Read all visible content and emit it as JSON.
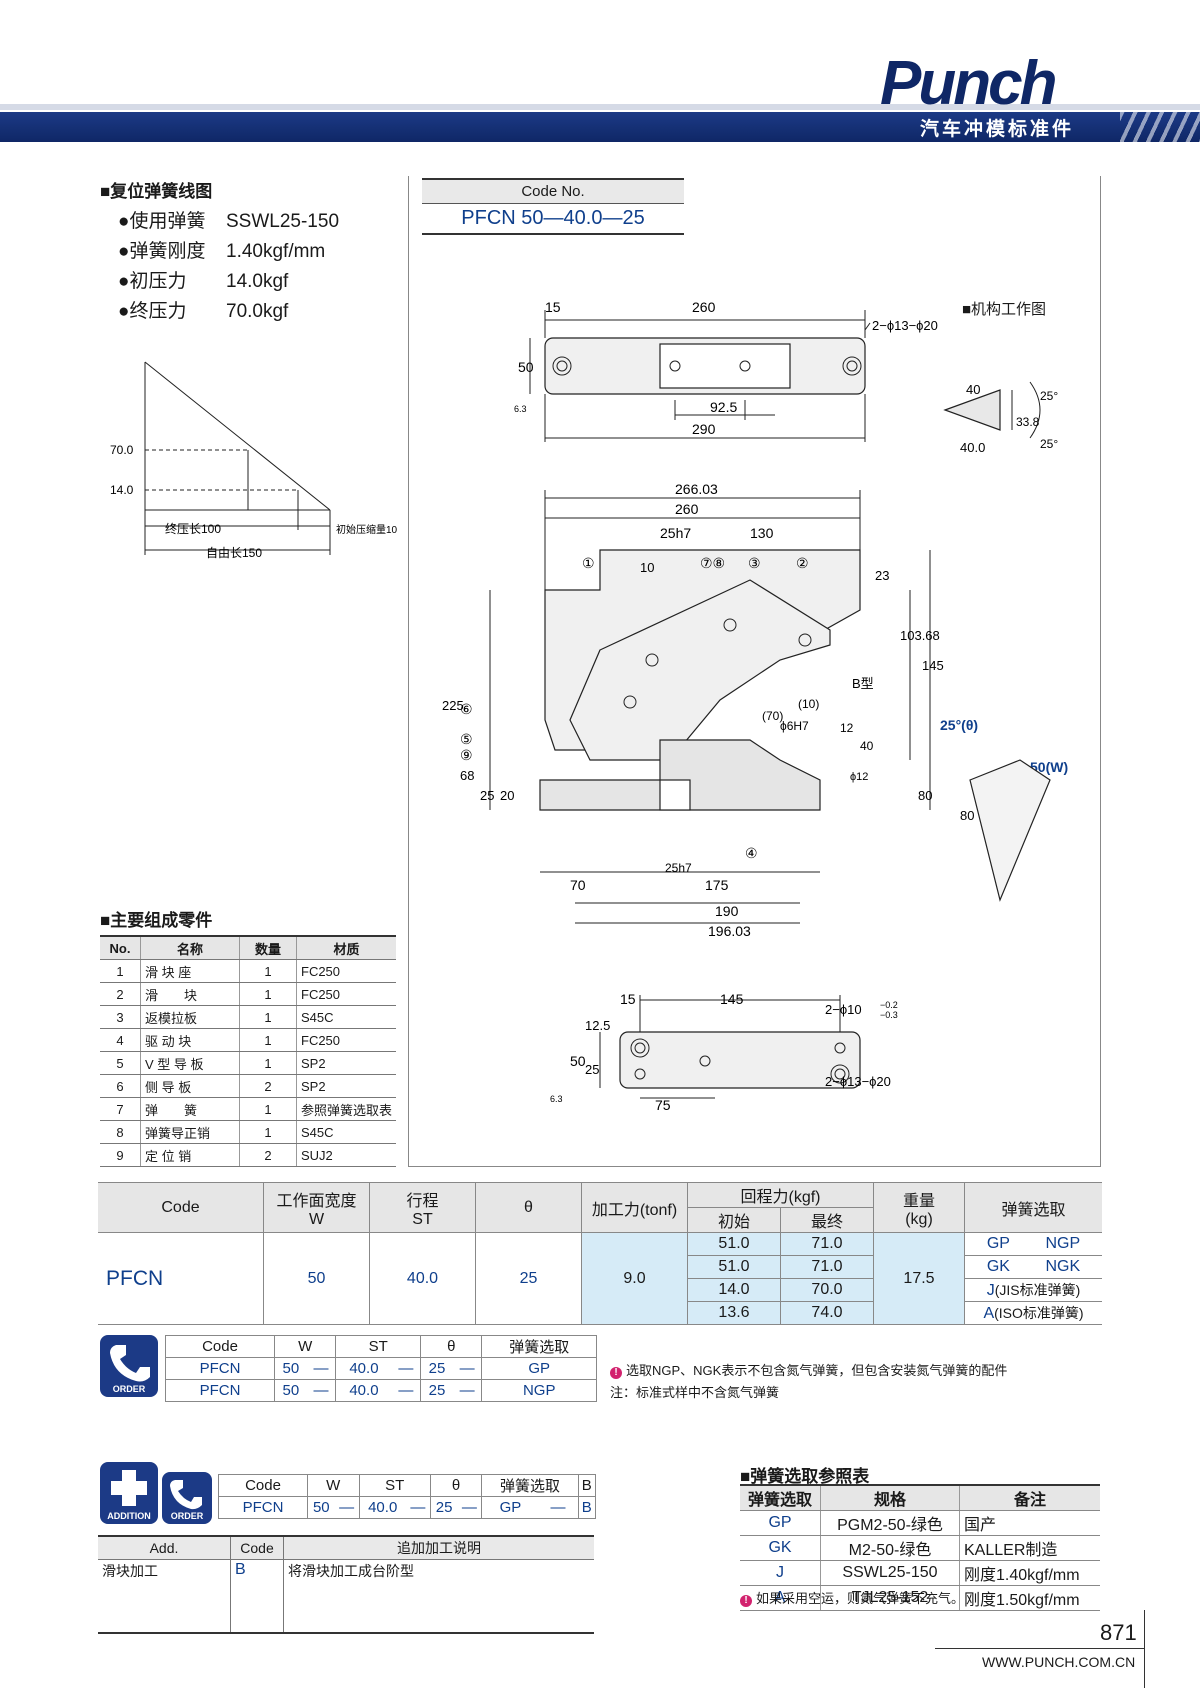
{
  "header": {
    "brand": "Punch",
    "subtitle": "汽车冲模标准件"
  },
  "spring_curve": {
    "title": "■复位弹簧线图",
    "specs": [
      {
        "label": "●使用弹簧",
        "value": "SSWL25-150"
      },
      {
        "label": "●弹簧刚度",
        "value": "1.40kgf/mm"
      },
      {
        "label": "●初压力",
        "value": "14.0kgf"
      },
      {
        "label": "●终压力",
        "value": "70.0kgf"
      }
    ],
    "y_ticks": [
      "70.0",
      "14.0"
    ],
    "labels": {
      "final_len": "终压长100",
      "init_comp": "初始压缩量10",
      "free_len": "自由长150"
    }
  },
  "code_box": {
    "header": "Code No.",
    "value": "PFCN 50—40.0—25"
  },
  "drawing": {
    "mech_title": "■机构工作图",
    "top_plate": {
      "d15": "15",
      "d260": "260",
      "d50": "50",
      "d92_5": "92.5",
      "d290": "290",
      "hole": "2−ϕ13−ϕ20",
      "rough": "6.3"
    },
    "v_block": {
      "d40a": "40",
      "d40b": "40.0",
      "d33_8": "33.8",
      "a25a": "25°",
      "a25b": "25°"
    },
    "main": {
      "d266": "266.03",
      "d260": "260",
      "d25h7": "25h7",
      "d130": "130",
      "d10": "10",
      "d23": "23",
      "d103": "103.68",
      "d145": "145",
      "d225": "225",
      "d68": "68",
      "d25": "25",
      "d20": "20",
      "d80": "80",
      "d70": "70",
      "d175": "175",
      "d190": "190",
      "d196": "196.03",
      "d_70p": "(70)",
      "d_6h7": "ϕ6H7",
      "d_10p": "(10)",
      "d12": "12",
      "d40": "40",
      "d_phi12": "ϕ12",
      "btype": "B型",
      "angle": "25°(θ)",
      "w_label": "50(W)",
      "h80": "80",
      "bot25h7": "25h7",
      "callouts": [
        "①",
        "⑦⑧",
        "③",
        "②",
        "⑥",
        "⑤",
        "⑨",
        "④"
      ]
    },
    "bottom_plate": {
      "d15": "15",
      "d145": "145",
      "d12_5": "12.5",
      "d50": "50",
      "d25": "25",
      "d75": "75",
      "hole1": "2−ϕ10",
      "tol_up": "−0.2",
      "tol_dn": "−0.3",
      "hole2": "2−ϕ13−ϕ20",
      "rough": "6.3"
    }
  },
  "parts": {
    "title": "■主要组成零件",
    "headers": [
      "No.",
      "名称",
      "数量",
      "材质"
    ],
    "rows": [
      [
        "1",
        "滑 块 座",
        "1",
        "FC250"
      ],
      [
        "2",
        "滑　　块",
        "1",
        "FC250"
      ],
      [
        "3",
        "返模拉板",
        "1",
        "S45C"
      ],
      [
        "4",
        "驱 动 块",
        "1",
        "FC250"
      ],
      [
        "5",
        "V 型 导 板",
        "1",
        "SP2"
      ],
      [
        "6",
        "侧 导 板",
        "2",
        "SP2"
      ],
      [
        "7",
        "弹　　簧",
        "1",
        "参照弹簧选取表"
      ],
      [
        "8",
        "弹簧导正销",
        "1",
        "S45C"
      ],
      [
        "9",
        "定 位 销",
        "2",
        "SUJ2"
      ]
    ]
  },
  "main_table": {
    "h_code": "Code",
    "h_w1": "工作面宽度",
    "h_w2": "W",
    "h_st1": "行程",
    "h_st2": "ST",
    "h_theta": "θ",
    "h_force": "加工力(tonf)",
    "h_return": "回程力(kgf)",
    "h_init": "初始",
    "h_final": "最终",
    "h_weight1": "重量",
    "h_weight2": "(kg)",
    "h_spring": "弹簧选取",
    "code": "PFCN",
    "w": "50",
    "st": "40.0",
    "theta": "25",
    "force": "9.0",
    "weight": "17.5",
    "rows": [
      {
        "init": "51.0",
        "final": "71.0",
        "s1": "GP",
        "s2": "NGP"
      },
      {
        "init": "51.0",
        "final": "71.0",
        "s1": "GK",
        "s2": "NGK"
      },
      {
        "init": "14.0",
        "final": "70.0",
        "s1": "J",
        "s2": "(JIS标准弹簧)"
      },
      {
        "init": "13.6",
        "final": "74.0",
        "s1": "A",
        "s2": "(ISO标准弹簧)"
      }
    ]
  },
  "order": {
    "icon_caption": "ORDER",
    "headers": [
      "Code",
      "W",
      "ST",
      "θ",
      "弹簧选取"
    ],
    "rows": [
      [
        "PFCN",
        "50",
        "—",
        "40.0",
        "—",
        "25",
        "—",
        "GP"
      ],
      [
        "PFCN",
        "50",
        "—",
        "40.0",
        "—",
        "25",
        "—",
        "NGP"
      ]
    ],
    "note1": "选取NGP、NGK表示不包含氮气弹簧，但包含安装氮气弹簧的配件",
    "note2": "注：标准式样中不含氮气弹簧"
  },
  "addition": {
    "icon1": "ADDITION",
    "icon2": "ORDER",
    "headers": [
      "Code",
      "W",
      "ST",
      "θ",
      "弹簧选取",
      "B"
    ],
    "row": [
      "PFCN",
      "50",
      "—",
      "40.0",
      "—",
      "25",
      "—",
      "GP",
      "—",
      "B"
    ],
    "table_headers": [
      "Add.",
      "Code",
      "追加加工说明"
    ],
    "table_row": [
      "滑块加工",
      "B",
      "将滑块加工成台阶型"
    ]
  },
  "spring_ref": {
    "title": "■弹簧选取参照表",
    "headers": [
      "弹簧选取",
      "规格",
      "备注"
    ],
    "rows": [
      [
        "GP",
        "PGM2-50-绿色",
        "国产"
      ],
      [
        "GK",
        "M2-50-绿色",
        "KALLER制造"
      ],
      [
        "J",
        "SSWL25-150",
        "刚度1.40kgf/mm"
      ],
      [
        "A",
        "TJL25-152",
        "刚度1.50kgf/mm"
      ]
    ],
    "note": "如果采用空运，则氮气弹簧不充气。"
  },
  "footer": {
    "page": "871",
    "url": "WWW.PUNCH.COM.CN"
  }
}
